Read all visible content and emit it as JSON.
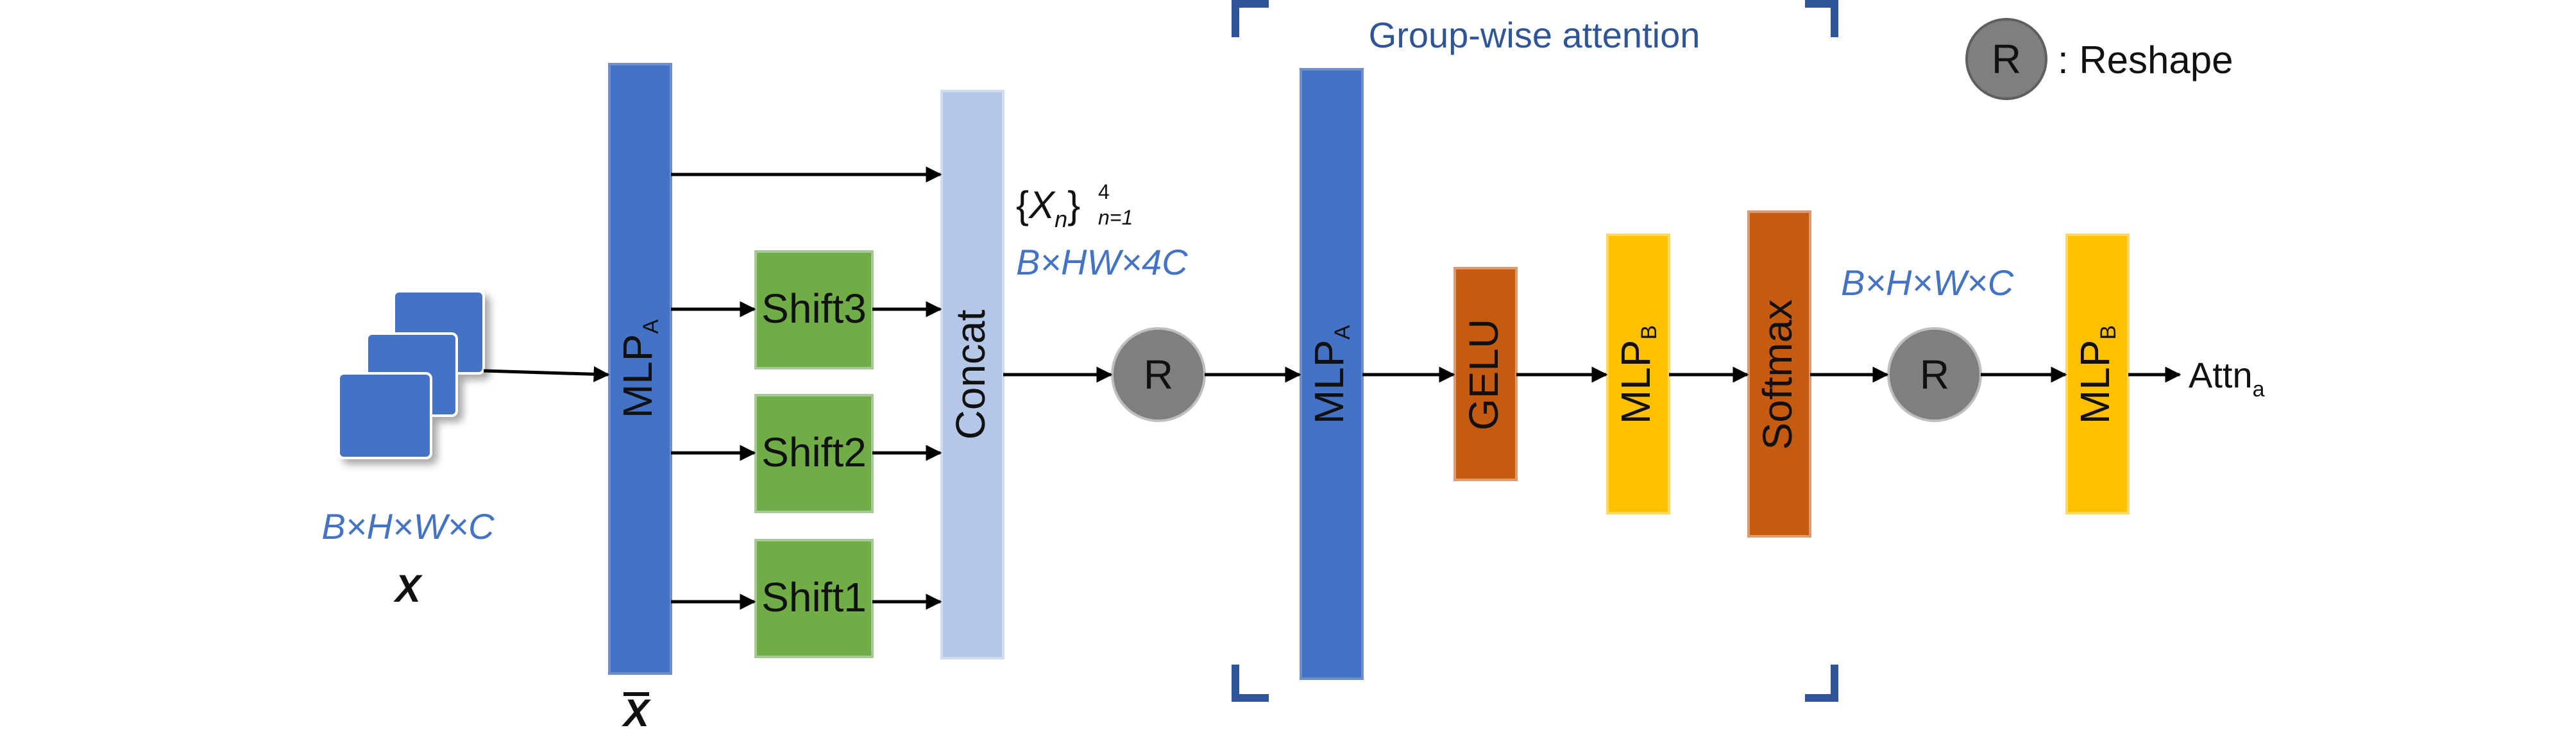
{
  "legend": {
    "symbol": "R",
    "text": ": Reshape"
  },
  "bracket_title": "Group-wise attention",
  "input": {
    "shape": "B×H×W×C",
    "symbol": "X"
  },
  "mlp_a_left": {
    "main": "MLP",
    "sub": "A",
    "below": "X"
  },
  "shifts": {
    "s3": "Shift3",
    "s2": "Shift2",
    "s1": "Shift1"
  },
  "concat": "Concat",
  "concat_out": {
    "set_open": "{",
    "var": "X",
    "idx": "n",
    "set_close": "}",
    "sup": "4",
    "sub": "n=1",
    "shape": "B×HW×4C"
  },
  "reshape1": "R",
  "mlp_a_right": {
    "main": "MLP",
    "sub": "A"
  },
  "gelu": "GELU",
  "mlp_b1": {
    "main": "MLP",
    "sub": "B"
  },
  "softmax": "Softmax",
  "softmax_out_shape": "B×H×W×C",
  "reshape2": "R",
  "mlp_b2": {
    "main": "MLP",
    "sub": "B"
  },
  "output": {
    "main": "Attn",
    "sub": "a"
  },
  "colors": {
    "mlp_a": "#4472C4",
    "shift": "#70AD47",
    "concat": "#B4C7E7",
    "gelu": "#C55A11",
    "mlp_b": "#FFC000",
    "reshape": "#7F7F7F",
    "bracket": "#2F5597",
    "shape_text": "#4472C4"
  }
}
